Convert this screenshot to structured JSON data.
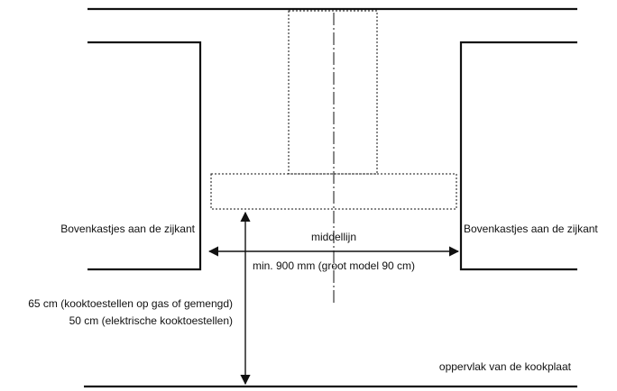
{
  "labels": {
    "side_cabinets_left": "Bovenkastjes aan de zijkant",
    "side_cabinets_right": "Bovenkastjes aan de zijkant",
    "centerline": "middellijn",
    "min_width": "min. 900 mm (groot model 90 cm)",
    "height_gas": "65 cm (kooktoestellen op gas of gemengd)",
    "height_electric": "50 cm (elektrische kooktoestellen)",
    "cooktop_surface": "oppervlak van de kookplaat"
  }
}
